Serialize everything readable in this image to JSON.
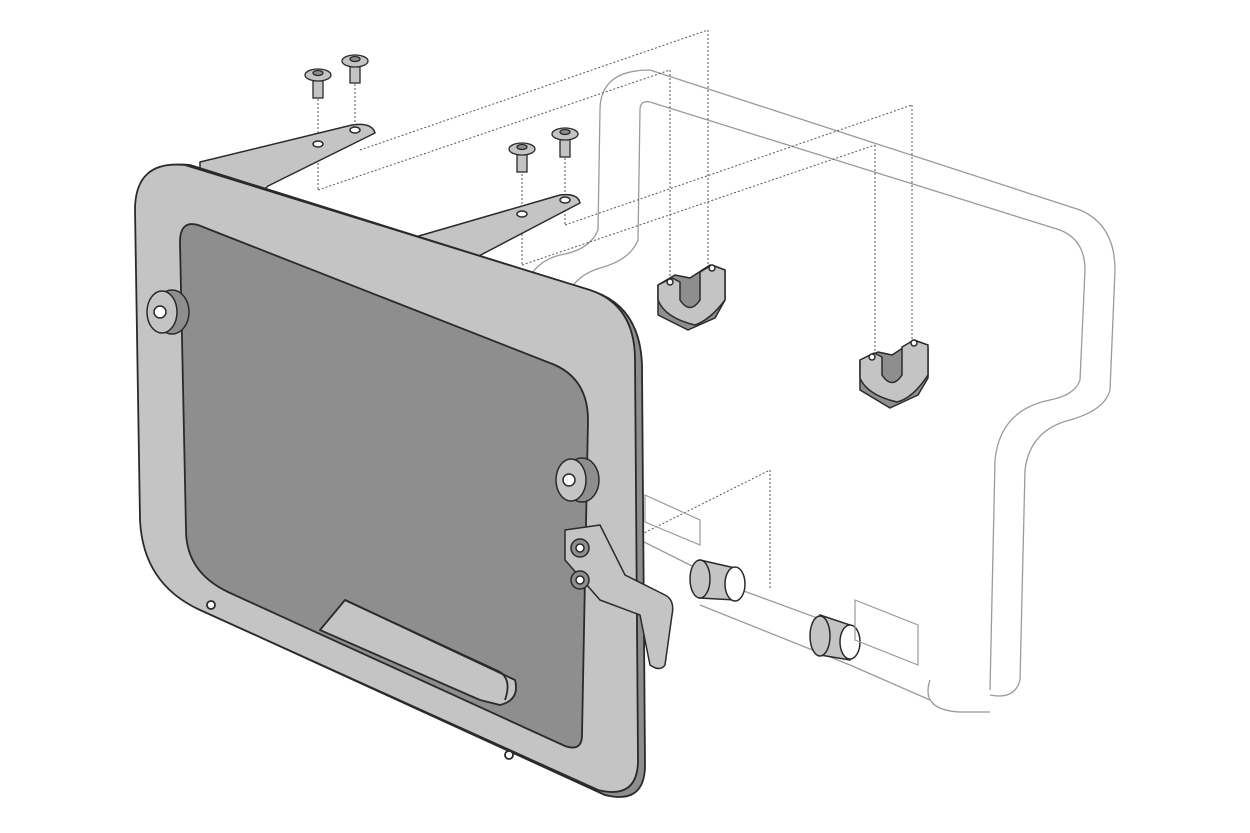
{
  "diagram": {
    "kind": "exploded-assembly",
    "parts": [
      "side-carrier-frame",
      "top-mount-bracket",
      "top-mount-bracket",
      "button-head-bolt",
      "button-head-bolt",
      "button-head-bolt",
      "button-head-bolt",
      "u-clamp-block",
      "u-clamp-block",
      "rubber-grommet",
      "rubber-grommet",
      "lower-hook-bracket",
      "tube-spacer",
      "tube-spacer",
      "vehicle-subframe-outline"
    ],
    "colors": {
      "part_fill": "#c4c4c4",
      "part_dark": "#8e8e8e",
      "outline": "#2a2a2a",
      "ghost_outline": "#9a9a9a",
      "background": "#ffffff"
    }
  }
}
